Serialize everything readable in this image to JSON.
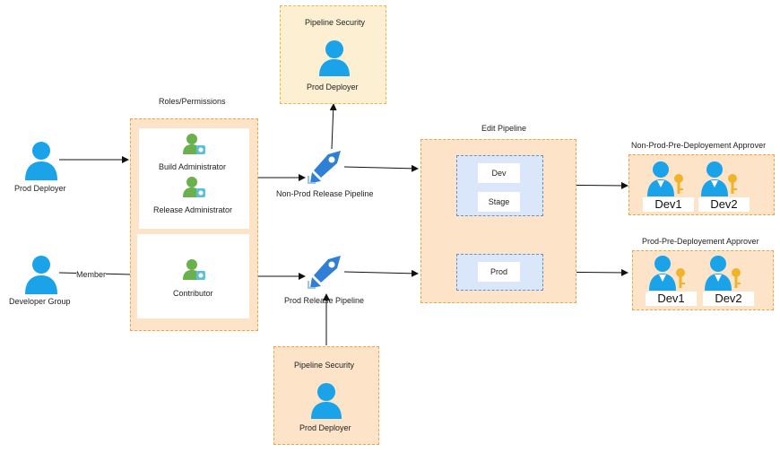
{
  "colors": {
    "person": "#1aa3e8",
    "user_green": "#6ab04c",
    "pipeline_blue": "#2f7fd6",
    "key_gold": "#f0b42a",
    "box_fill": "#fde3c8",
    "box_border": "#f0a44a",
    "stage_fill": "#dae6fa",
    "stage_border": "#6c8ebf"
  },
  "icons": {
    "person": "person-icon",
    "user_role": "user-gear-icon",
    "pipeline": "pipeline-rocket-icon",
    "approver": "user-key-icon"
  },
  "actors": {
    "prod_deployer": "Prod Deployer",
    "developer_group": "Developer Group",
    "member_edge": "Member"
  },
  "roles": {
    "title": "Roles/Permissions",
    "build_admin": "Build Administrator",
    "release_admin": "Release Administrator",
    "contributor": "Contributor"
  },
  "pipeline_security_top": {
    "title": "Pipeline Security",
    "user": "Prod Deployer"
  },
  "pipeline_security_bottom": {
    "title": "Pipeline Security",
    "user": "Prod Deployer"
  },
  "pipelines": {
    "nonprod": "Non-Prod Release Pipeline",
    "prod": "Prod Release Pipeline"
  },
  "edit_pipeline": {
    "title": "Edit Pipeline",
    "stages": [
      "Dev",
      "Stage",
      "Prod"
    ]
  },
  "approvers": {
    "nonprod_title": "Non-Prod-Pre-Deployement Approver",
    "prod_title": "Prod-Pre-Deployement Approver",
    "nonprod_users": [
      "Dev1",
      "Dev2"
    ],
    "prod_users": [
      "Dev1",
      "Dev2"
    ]
  }
}
